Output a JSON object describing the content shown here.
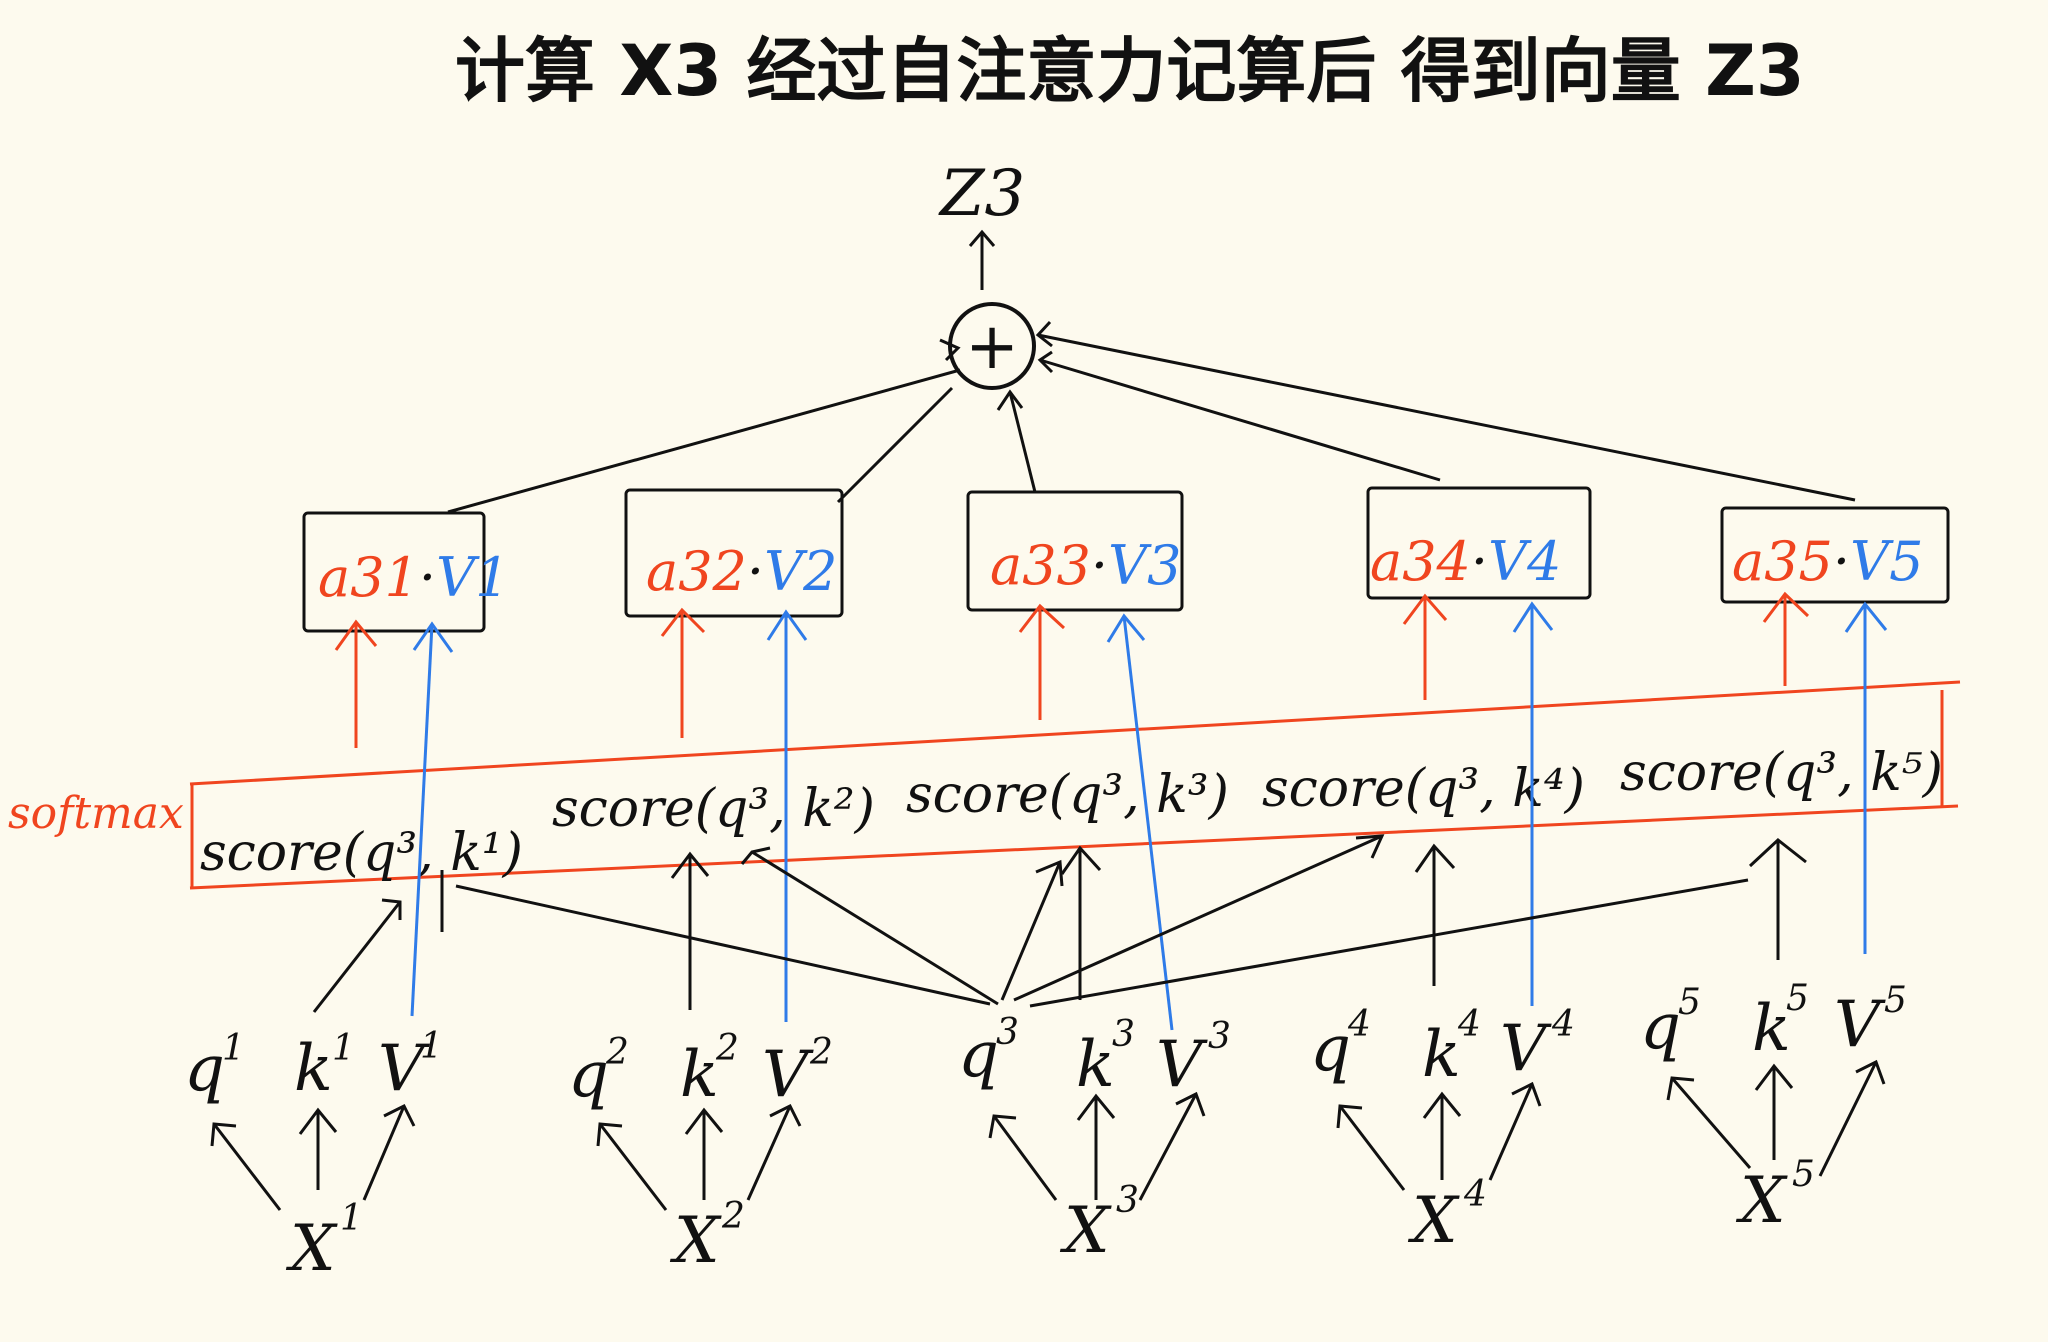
{
  "title": "计算 X3 经过自注意力记算后 得到向量 Z3",
  "output_label": "Z3",
  "sum_symbol": "+",
  "softmax_label": "softmax",
  "colors": {
    "background": "#fdfaee",
    "ink": "#111111",
    "red": "#f0451f",
    "blue": "#2f7be8"
  },
  "weighted": [
    {
      "a": "a31",
      "dot": "·",
      "v": "V1"
    },
    {
      "a": "a32",
      "dot": "·",
      "v": "V2"
    },
    {
      "a": "a33",
      "dot": "·",
      "v": "V3"
    },
    {
      "a": "a34",
      "dot": "·",
      "v": "V4"
    },
    {
      "a": "a35",
      "dot": "·",
      "v": "V5"
    }
  ],
  "scores": [
    {
      "text": "score(q³, k¹)"
    },
    {
      "text": "score(q³, k²)"
    },
    {
      "text": "score(q³, k³)"
    },
    {
      "text": "score(q³, k⁴)"
    },
    {
      "text": "score(q³, k⁵)"
    }
  ],
  "tokens": [
    {
      "x": "X",
      "x_sup": "1",
      "q": "q",
      "k": "k",
      "v": "V",
      "sup": "1"
    },
    {
      "x": "X",
      "x_sup": "2",
      "q": "q",
      "k": "k",
      "v": "V",
      "sup": "2"
    },
    {
      "x": "X",
      "x_sup": "3",
      "q": "q",
      "k": "k",
      "v": "V",
      "sup": "3"
    },
    {
      "x": "X",
      "x_sup": "4",
      "q": "q",
      "k": "k",
      "v": "V",
      "sup": "4"
    },
    {
      "x": "X",
      "x_sup": "5",
      "q": "q",
      "k": "k",
      "v": "V",
      "sup": "5"
    }
  ]
}
